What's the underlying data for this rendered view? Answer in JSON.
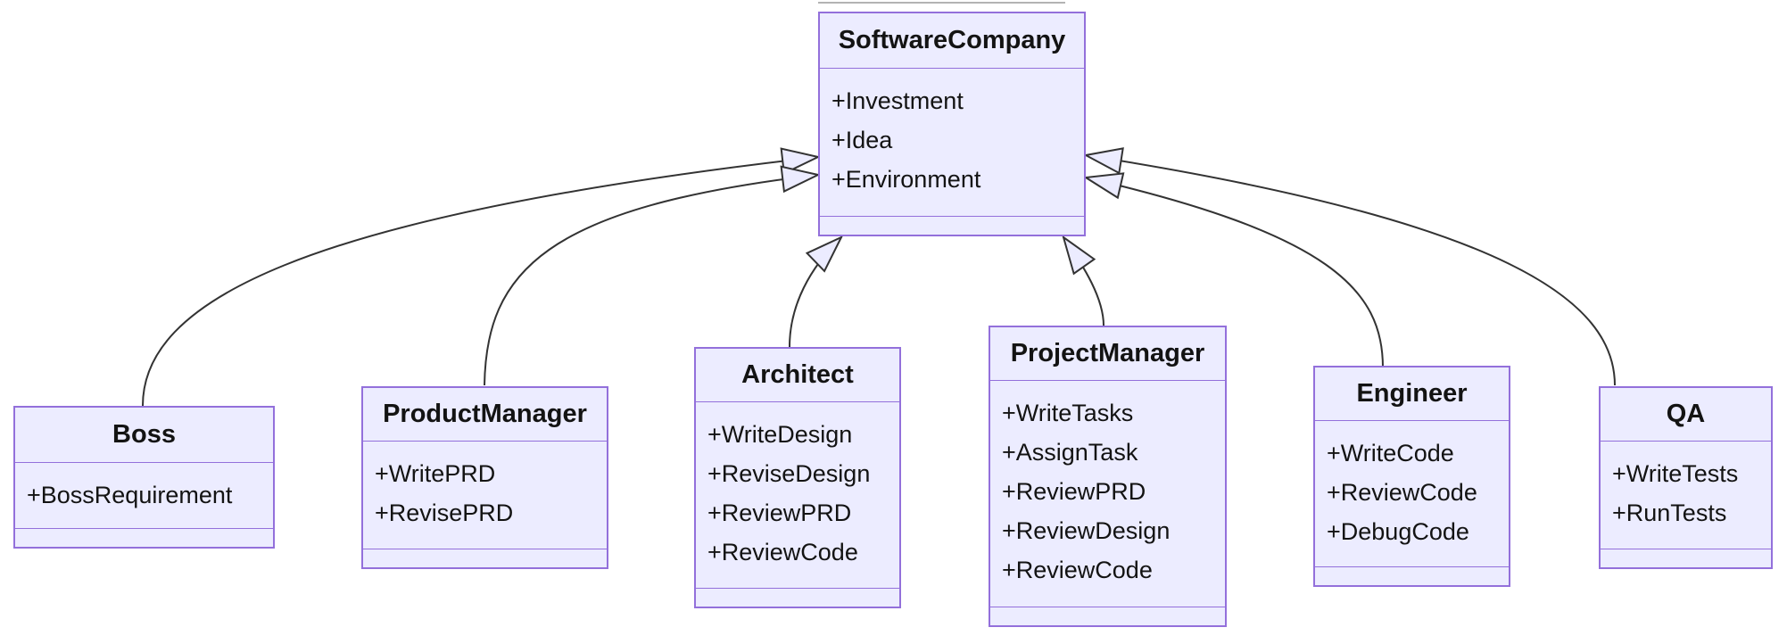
{
  "diagram": {
    "type": "uml-class-diagram",
    "colors": {
      "background": "#ffffff",
      "box_fill": "#ececff",
      "box_border": "#9370db",
      "divider": "#9370db",
      "relation_line": "#333333",
      "arrowhead_fill": "#ececff",
      "text": "#131313"
    },
    "classes": [
      {
        "name": "SoftwareCompany",
        "attributes": [
          "+Investment",
          "+Idea",
          "+Environment"
        ]
      },
      {
        "name": "Boss",
        "attributes": [
          "+BossRequirement"
        ]
      },
      {
        "name": "ProductManager",
        "attributes": [
          "+WritePRD",
          "+RevisePRD"
        ]
      },
      {
        "name": "Architect",
        "attributes": [
          "+WriteDesign",
          "+ReviseDesign",
          "+ReviewPRD",
          "+ReviewCode"
        ]
      },
      {
        "name": "ProjectManager",
        "attributes": [
          "+WriteTasks",
          "+AssignTask",
          "+ReviewPRD",
          "+ReviewDesign",
          "+ReviewCode"
        ]
      },
      {
        "name": "Engineer",
        "attributes": [
          "+WriteCode",
          "+ReviewCode",
          "+DebugCode"
        ]
      },
      {
        "name": "QA",
        "attributes": [
          "+WriteTests",
          "+RunTests"
        ]
      }
    ],
    "relations": [
      {
        "from": "Boss",
        "to": "SoftwareCompany",
        "type": "inheritance"
      },
      {
        "from": "ProductManager",
        "to": "SoftwareCompany",
        "type": "inheritance"
      },
      {
        "from": "Architect",
        "to": "SoftwareCompany",
        "type": "inheritance"
      },
      {
        "from": "ProjectManager",
        "to": "SoftwareCompany",
        "type": "inheritance"
      },
      {
        "from": "Engineer",
        "to": "SoftwareCompany",
        "type": "inheritance"
      },
      {
        "from": "QA",
        "to": "SoftwareCompany",
        "type": "inheritance"
      }
    ]
  }
}
